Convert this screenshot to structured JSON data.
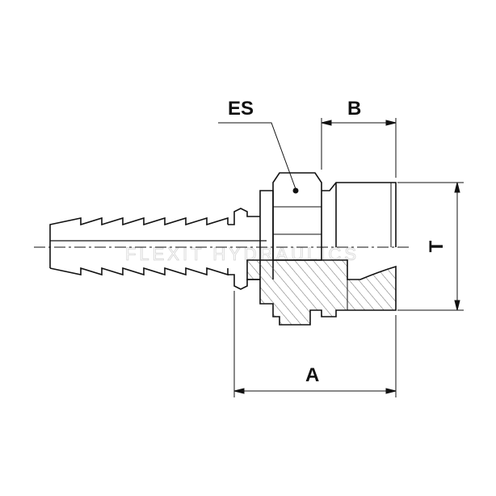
{
  "labels": {
    "es": "ES",
    "b": "B",
    "t": "T",
    "a": "A"
  },
  "watermark": "FLEXIT HYDRAULICS",
  "colors": {
    "line": "#111111",
    "hatch": "#666666",
    "watermark": "#d4d4d4"
  }
}
